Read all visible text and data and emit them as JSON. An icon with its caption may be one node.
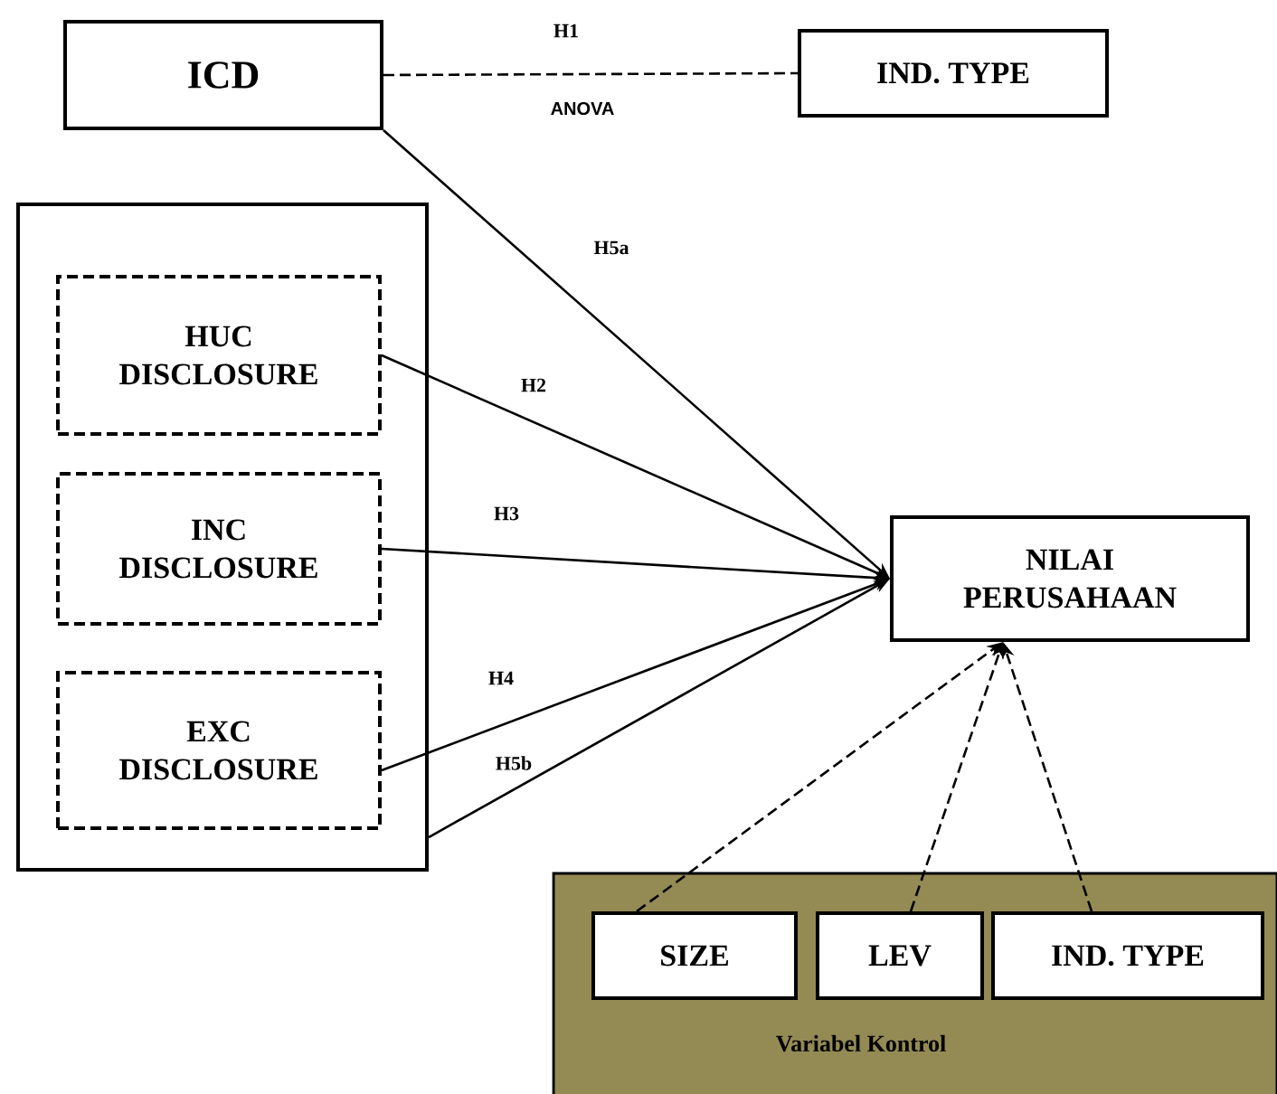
{
  "diagram": {
    "nodes": [
      {
        "text": [
          "ICD"
        ]
      },
      {
        "text": [
          "IND. TYPE"
        ]
      },
      {
        "text": [],
        "shape": "box"
      },
      {
        "text": [
          "HUC DISCLOSURE"
        ],
        "in": 2
      },
      {
        "text": [
          "INC DISCLOSURE"
        ],
        "in": 2
      },
      {
        "text": [
          "EXC DISCLOSURE"
        ],
        "in": 2
      },
      {
        "text": [
          "NILAI PERUSAHAAN"
        ]
      },
      {
        "text": [
          "Variabel Kontrol"
        ]
      },
      {
        "text": [
          "SIZE"
        ],
        "in": 7
      },
      {
        "text": [
          "LEV"
        ],
        "in": 7
      },
      {
        "text": [
          "IND. TYPE"
        ],
        "in": 7
      }
    ],
    "edges": [
      {
        "from": 0,
        "to": 1,
        "arrow": "none",
        "label": "H1",
        "style": "dashed"
      },
      {
        "from": 0,
        "to": 6,
        "arrow": "to",
        "label": "H5a"
      },
      {
        "from": 3,
        "to": 6,
        "arrow": "to",
        "label": "H2"
      },
      {
        "from": 4,
        "to": 6,
        "arrow": "to",
        "label": "H3"
      },
      {
        "from": 5,
        "to": 6,
        "arrow": "to",
        "label": "H4"
      },
      {
        "from": 2,
        "to": 6,
        "arrow": "to",
        "label": "H5b"
      },
      {
        "from": 8,
        "to": 6,
        "arrow": "to",
        "style": "dashed"
      },
      {
        "from": 9,
        "to": 6,
        "arrow": "to",
        "style": "dashed"
      },
      {
        "from": 10,
        "to": 6,
        "arrow": "to",
        "style": "dashed"
      }
    ],
    "labels": [
      "ANOVA"
    ]
  }
}
